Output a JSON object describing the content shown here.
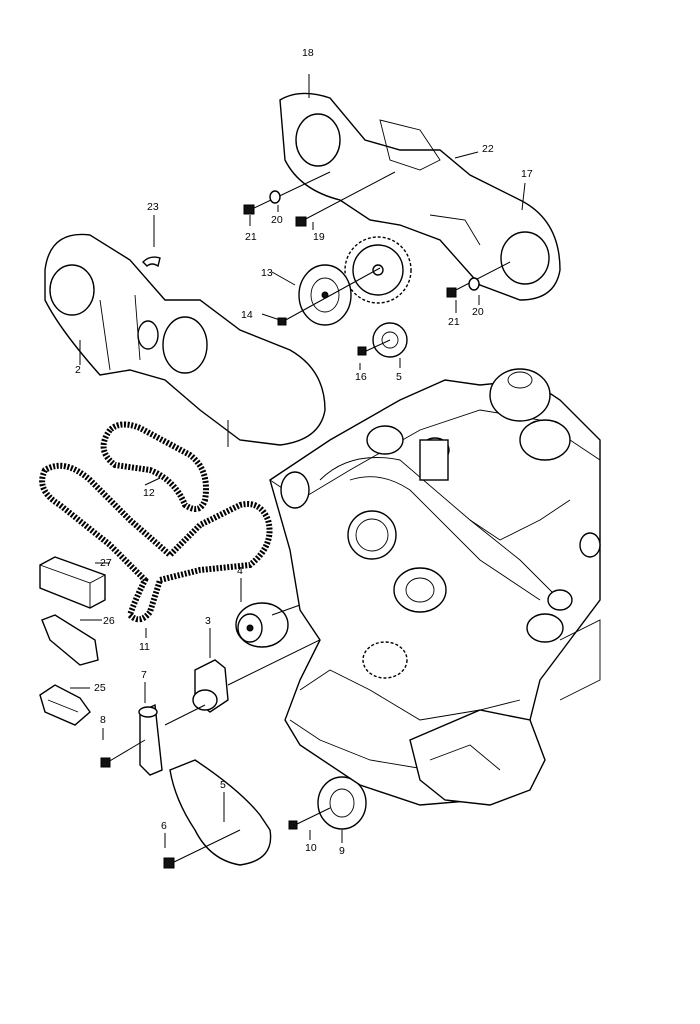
{
  "diagram": {
    "labels": {
      "p2": "2",
      "p3": "3",
      "p4": "4",
      "p5a": "5",
      "p5b": "5",
      "p6": "6",
      "p7": "7",
      "p8": "8",
      "p9": "9",
      "p10": "10",
      "p11": "11",
      "p12": "12",
      "p13": "13",
      "p14": "14",
      "p16": "16",
      "p17": "17",
      "p18": "18",
      "p19": "19",
      "p20a": "20",
      "p20b": "20",
      "p21a": "21",
      "p21b": "21",
      "p22": "22",
      "p23": "23",
      "p25": "25",
      "p26": "26",
      "p27": "27"
    }
  }
}
